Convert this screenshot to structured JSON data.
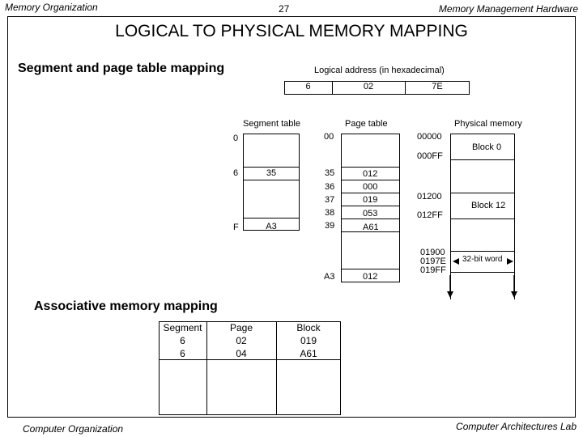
{
  "header": {
    "left": "Memory Organization",
    "page_number": "27",
    "right": "Memory Management Hardware"
  },
  "title": "LOGICAL TO PHYSICAL MEMORY MAPPING",
  "section1": "Segment and page table mapping",
  "logical_address": {
    "label": "Logical address (in hexadecimal)",
    "fields": [
      "6",
      "02",
      "7E"
    ]
  },
  "segment_table": {
    "label": "Segment table",
    "row_labels": [
      "0",
      "6",
      "F"
    ],
    "entries": [
      "35",
      "A3"
    ]
  },
  "page_table": {
    "label": "Page table",
    "top_address": "00",
    "row_addresses": [
      "35",
      "36",
      "37",
      "38",
      "39"
    ],
    "row_values": [
      "012",
      "000",
      "019",
      "053",
      "A61"
    ],
    "bottom_address": "A3",
    "bottom_value": "012"
  },
  "physical_memory": {
    "label": "Physical memory",
    "addresses": [
      "00000",
      "000FF",
      "01200",
      "012FF",
      "01900",
      "0197E",
      "019FF"
    ],
    "blocks": [
      "Block 0",
      "Block 12"
    ],
    "word_label": "32-bit word"
  },
  "section2": "Associative memory mapping",
  "assoc_table": {
    "headers": [
      "Segment",
      "Page",
      "Block"
    ],
    "rows": [
      [
        "6",
        "02",
        "019"
      ],
      [
        "6",
        "04",
        "A61"
      ]
    ]
  },
  "footer": {
    "left": "Computer Organization",
    "right": "Computer Architectures Lab"
  }
}
